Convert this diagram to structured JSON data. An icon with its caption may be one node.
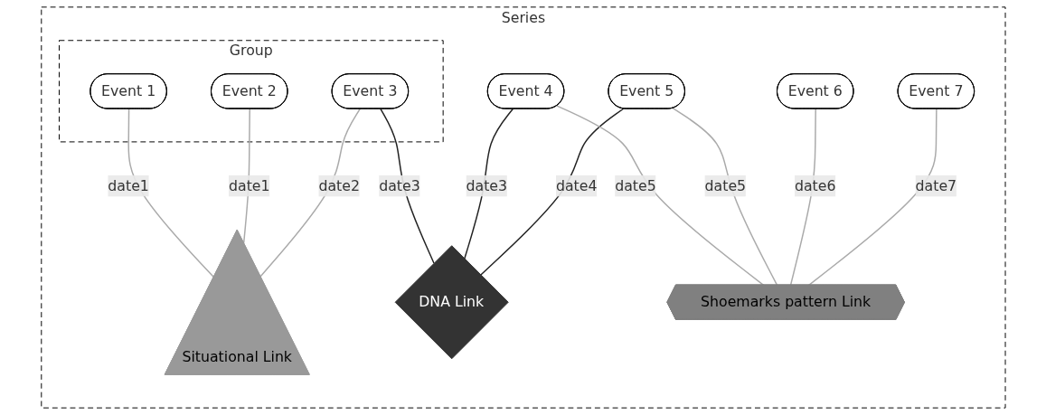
{
  "diagram": {
    "nodes": [
      {
        "text": [
          "Series"
        ]
      },
      {
        "text": [
          "Group"
        ],
        "in": 0
      },
      {
        "text": [
          "Event 1"
        ],
        "in": 1
      },
      {
        "text": [
          "Event 2"
        ],
        "in": 1
      },
      {
        "text": [
          "Event 3"
        ],
        "in": 1
      },
      {
        "text": [
          "Event 4"
        ],
        "in": 0
      },
      {
        "text": [
          "Event 5"
        ],
        "in": 0
      },
      {
        "text": [
          "Event 6"
        ],
        "in": 0
      },
      {
        "text": [
          "Event 7"
        ],
        "in": 0
      },
      {
        "text": [
          "Situational Link"
        ],
        "in": 0
      },
      {
        "text": [
          "DNA Link"
        ],
        "in": 0
      },
      {
        "text": [
          "Shoemarks pattern Link"
        ],
        "in": 0
      }
    ],
    "edges": [
      {
        "from": 2,
        "to": 9,
        "arrow": "none",
        "label": "date1"
      },
      {
        "from": 3,
        "to": 9,
        "arrow": "none",
        "label": "date1"
      },
      {
        "from": 4,
        "to": 9,
        "arrow": "none",
        "label": "date2"
      },
      {
        "from": 4,
        "to": 10,
        "arrow": "none",
        "label": "date3",
        "color": "#222222"
      },
      {
        "from": 5,
        "to": 10,
        "arrow": "none",
        "label": "date3",
        "color": "#222222"
      },
      {
        "from": 6,
        "to": 10,
        "arrow": "none",
        "label": "date4",
        "color": "#222222"
      },
      {
        "from": 5,
        "to": 11,
        "arrow": "none",
        "label": "date5"
      },
      {
        "from": 6,
        "to": 11,
        "arrow": "none",
        "label": "date5"
      },
      {
        "from": 7,
        "to": 11,
        "arrow": "none",
        "label": "date6"
      },
      {
        "from": 8,
        "to": 11,
        "arrow": "none",
        "label": "date7"
      }
    ]
  }
}
